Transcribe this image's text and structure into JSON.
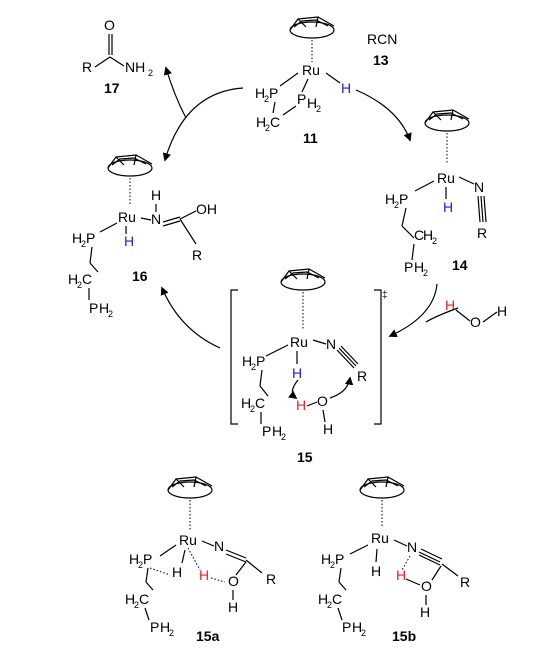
{
  "labels": {
    "c11": "11",
    "c13": "13",
    "c14": "14",
    "c15": "15",
    "c16": "16",
    "c17": "17",
    "c15a": "15a",
    "c15b": "15b"
  },
  "atoms": {
    "ru": "Ru",
    "h": "H",
    "p": "P",
    "n": "N",
    "o": "O",
    "r": "R",
    "c": "C",
    "nh2_n": "NH",
    "two": "2",
    "rcn": "RCN",
    "oh": "OH",
    "dagger": "‡"
  },
  "colors": {
    "hydride": "#1a1aff",
    "water_h": "#ff1a1a",
    "ink": "#000000"
  }
}
